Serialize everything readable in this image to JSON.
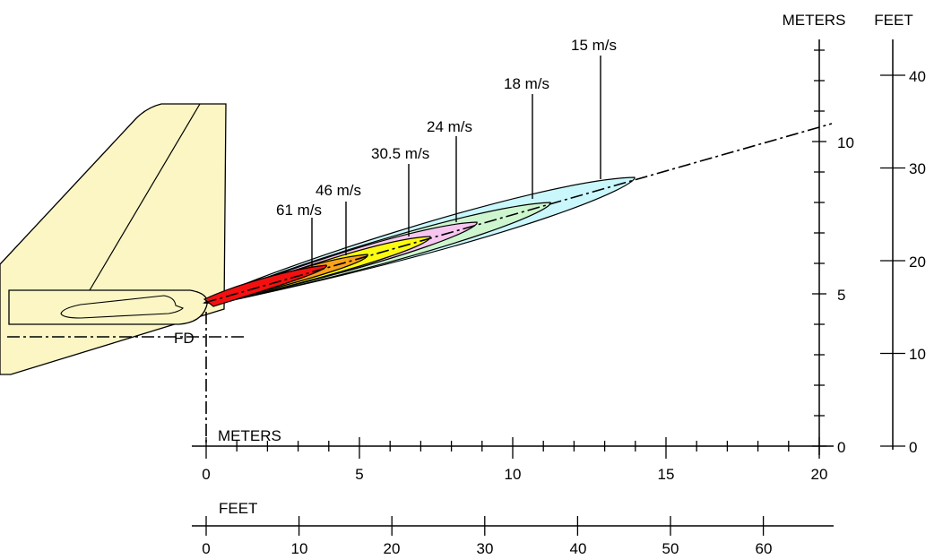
{
  "axes": {
    "meters_x_label": "METERS",
    "meters_x_ticks": [
      "0",
      "5",
      "10",
      "15",
      "20"
    ],
    "feet_x_label": "FEET",
    "feet_x_ticks": [
      "0",
      "10",
      "20",
      "30",
      "40",
      "50",
      "60"
    ],
    "meters_y_label": "METERS",
    "meters_y_ticks": [
      "0",
      "5",
      "10"
    ],
    "feet_y_label": "FEET",
    "feet_y_ticks": [
      "0",
      "10",
      "20",
      "30",
      "40"
    ]
  },
  "aircraft": {
    "fd_label": "FD",
    "fuselage_color": "#fbf6c4"
  },
  "plumes": [
    {
      "label": "15 m/s",
      "color": "#c9f7fb"
    },
    {
      "label": "18 m/s",
      "color": "#cdf6cf"
    },
    {
      "label": "24 m/s",
      "color": "#f7c6f0"
    },
    {
      "label": "30.5 m/s",
      "color": "#fbfb12"
    },
    {
      "label": "46 m/s",
      "color": "#f9a21a"
    },
    {
      "label": "61 m/s",
      "color": "#f51010"
    }
  ]
}
